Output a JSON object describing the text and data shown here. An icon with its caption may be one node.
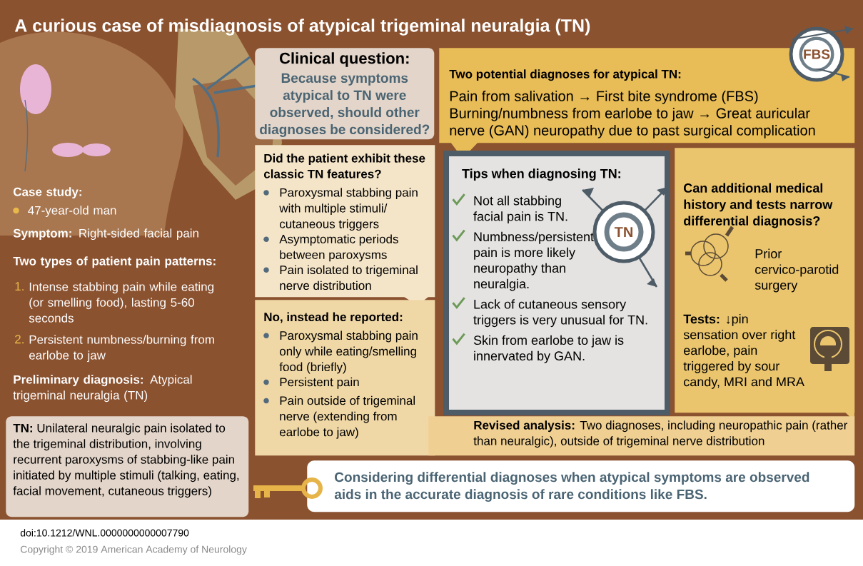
{
  "diagram": {
    "title": "A curious case of misdiagnosis of atypical trigeminal neuralgia (TN)",
    "nodes": [
      {
        "text": [
          "Clinical question:",
          "Because symptoms atypical to TN were observed, should other diagnoses be considered?"
        ]
      },
      {
        "text": [
          "Did the patient exhibit these classic TN features?",
          "Paroxysmal stabbing pain with multiple stimuli/ cutaneous triggers",
          "Asymptomatic periods between paroxysms",
          "Pain isolated to trigeminal nerve distribution"
        ]
      },
      {
        "text": [
          "No, instead he reported:",
          "Paroxysmal stabbing pain only while eating/smelling food (briefly)",
          "Persistent pain",
          "Pain outside of trigeminal nerve (extending from earlobe to jaw)"
        ]
      },
      {
        "text": [
          "Two potential diagnoses for atypical TN:",
          "Pain from salivation → First bite syndrome (FBS)",
          "Burning/numbness from earlobe to jaw → Great auricular nerve (GAN) neuropathy due to past surgical complication"
        ]
      },
      {
        "text": [
          "Tips when diagnosing TN:",
          "Not all stabbing facial pain is TN.",
          "Numbness/persistent pain is more likely neuropathy than neuralgia.",
          "Lack of cutaneous sensory triggers is very unusual for TN.",
          "Skin from earlobe to jaw is innervated by GAN."
        ]
      },
      {
        "text": [
          "TN"
        ],
        "in": 4
      },
      {
        "text": [
          "FBS"
        ]
      },
      {
        "text": [
          "Can additional medical history and tests narrow differential diagnosis?",
          "Prior cervico-parotid surgery",
          "**Tests:** ↓pin sensation over right earlobe, pain triggered by sour candy, MRI and MRA"
        ]
      },
      {
        "text": [
          "**Revised analysis:** Two diagnoses, including neuropathic pain (rather than neuralgic), outside of trigeminal nerve distribution"
        ]
      },
      {
        "text": [
          "**TN:** Unilateral neuralgic pain isolated to the trigeminal distribution, involving recurrent paroxysms of stabbing-like pain initiated by multiple stimuli (talking, eating, facial movement, cutaneous triggers)"
        ]
      },
      {
        "text": [
          "Considering differential diagnoses when atypical symptoms are observed aids in the accurate diagnosis of rare conditions like FBS."
        ]
      }
    ],
    "labels": [
      "Case study:",
      "47-year-old man",
      "**Symptom:** Right-sided facial pain",
      "Two types of patient pain patterns:",
      "1.",
      "Intense stabbing pain while eating (or smelling food), lasting 5-60 seconds",
      "2.",
      "Persistent numbness/burning from earlobe to jaw",
      "**Preliminary diagnosis:** Atypical trigeminal neuralgia (TN)",
      "doi:10.1212/WNL.0000000000007790",
      "Copyright © 2019 American Academy of Neurology"
    ]
  }
}
